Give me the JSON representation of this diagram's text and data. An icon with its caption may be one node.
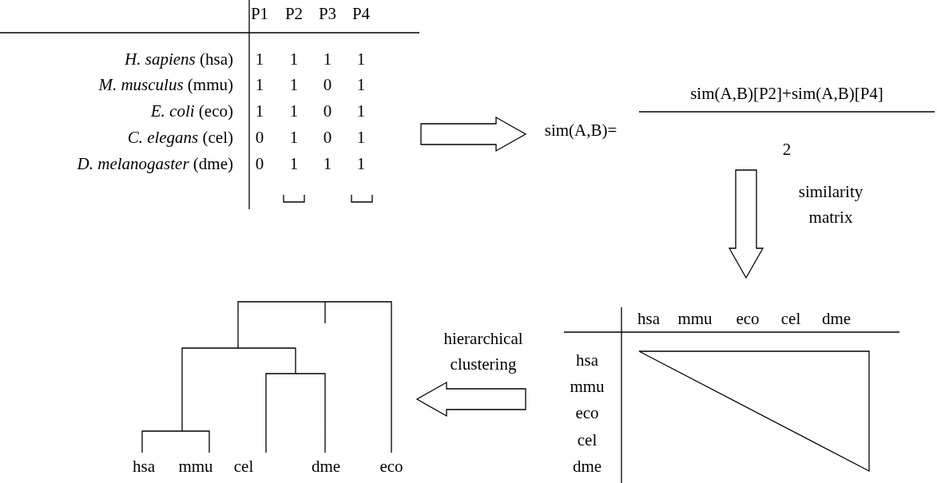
{
  "diagram": {
    "nodes": [
      {
        "text": [
          "P1",
          "P2",
          "P3",
          "P4",
          "*H. sapiens* (hsa)",
          "1",
          "1",
          "1",
          "1",
          "*M. musculus* (mmu)",
          "1",
          "1",
          "0",
          "1",
          "*E. coli* (eco)",
          "1",
          "1",
          "0",
          "1",
          "*C. elegans* (cel)",
          "0",
          "1",
          "0",
          "1",
          "*D. melanogaster* (dme)",
          "0",
          "1",
          "1",
          "1"
        ]
      },
      {
        "text": [
          "sim(A,B)=",
          "sim(A,B)[P2]+sim(A,B)[P4]",
          "2"
        ]
      },
      {
        "text": [
          "hsa",
          "mmu",
          "eco",
          "cel",
          "dme",
          "hsa",
          "mmu",
          "eco",
          "cel",
          "dme"
        ]
      },
      {
        "text": [
          "hsa",
          "mmu",
          "cel",
          "dme",
          "eco"
        ]
      }
    ],
    "edges": [
      {
        "from": 0,
        "to": 1,
        "arrow": "to"
      },
      {
        "from": 1,
        "to": 2,
        "arrow": "to",
        "label": "similarity matrix"
      },
      {
        "from": 2,
        "to": 3,
        "arrow": "to",
        "label": "hierarchical clustering"
      }
    ]
  }
}
